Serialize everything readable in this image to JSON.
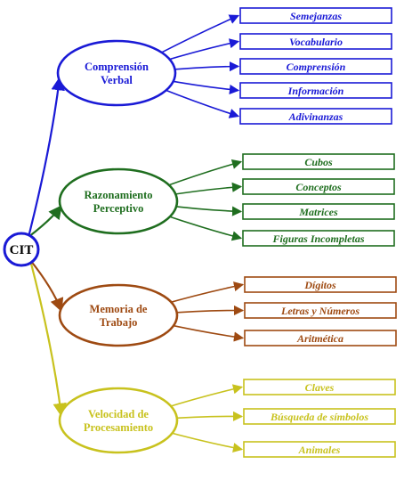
{
  "root": {
    "label": "CIT",
    "color": "#1a1ad6"
  },
  "factors": [
    {
      "lines": [
        "Comprensión",
        "Verbal"
      ],
      "color": "#1a1ad6",
      "subtests": [
        "Semejanzas",
        "Vocabulario",
        "Comprensión",
        "Información",
        "Adivinanzas"
      ]
    },
    {
      "lines": [
        "Razonamiento",
        "Perceptivo"
      ],
      "color": "#1f6e1f",
      "subtests": [
        "Cubos",
        "Conceptos",
        "Matrices",
        "Figuras Incompletas"
      ]
    },
    {
      "lines": [
        "Memoria de",
        "Trabajo"
      ],
      "color": "#9e4a12",
      "subtests": [
        "Dígitos",
        "Letras y Números",
        "Aritmética"
      ]
    },
    {
      "lines": [
        "Velocidad de",
        "Procesamiento"
      ],
      "color": "#c8c21e",
      "subtests": [
        "Claves",
        "Búsqueda de símbolos",
        "Animales"
      ]
    }
  ]
}
